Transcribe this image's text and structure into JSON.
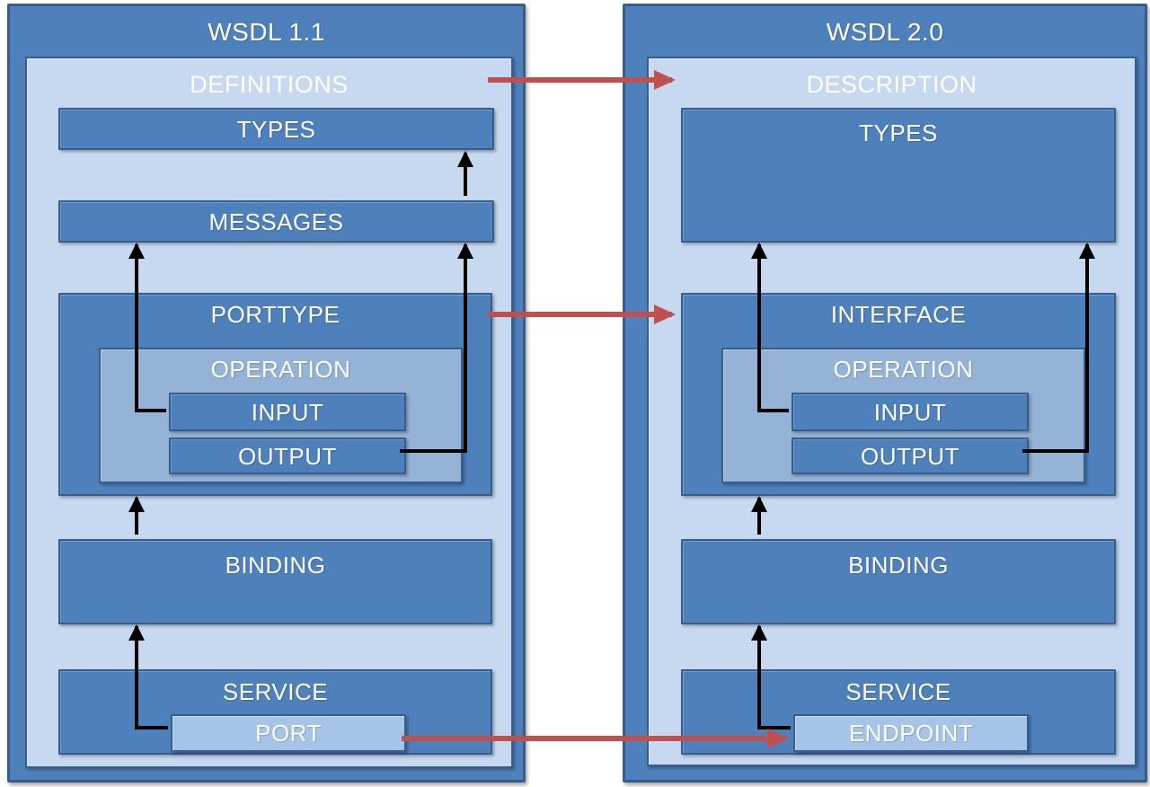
{
  "diagram": {
    "wsdl11": {
      "title": "WSDL 1.1",
      "definitions_label": "DEFINITIONS",
      "types_label": "TYPES",
      "messages_label": "MESSAGES",
      "porttype_label": "PORTTYPE",
      "operation_label": "OPERATION",
      "input_label": "INPUT",
      "output_label": "OUTPUT",
      "binding_label": "BINDING",
      "service_label": "SERVICE",
      "port_label": "PORT"
    },
    "wsdl20": {
      "title": "WSDL 2.0",
      "description_label": "DESCRIPTION",
      "types_label": "TYPES",
      "interface_label": "INTERFACE",
      "operation_label": "OPERATION",
      "input_label": "INPUT",
      "output_label": "OUTPUT",
      "binding_label": "BINDING",
      "service_label": "SERVICE",
      "endpoint_label": "ENDPOINT"
    },
    "colors": {
      "box_fill": "#4e80bc",
      "box_border": "#365d8c",
      "light_fill": "#c6d9f0",
      "operation_fill": "#95b3d7",
      "port_fill": "#a6c4e8",
      "arrow_black": "#000000",
      "arrow_red": "#c0504d"
    }
  }
}
